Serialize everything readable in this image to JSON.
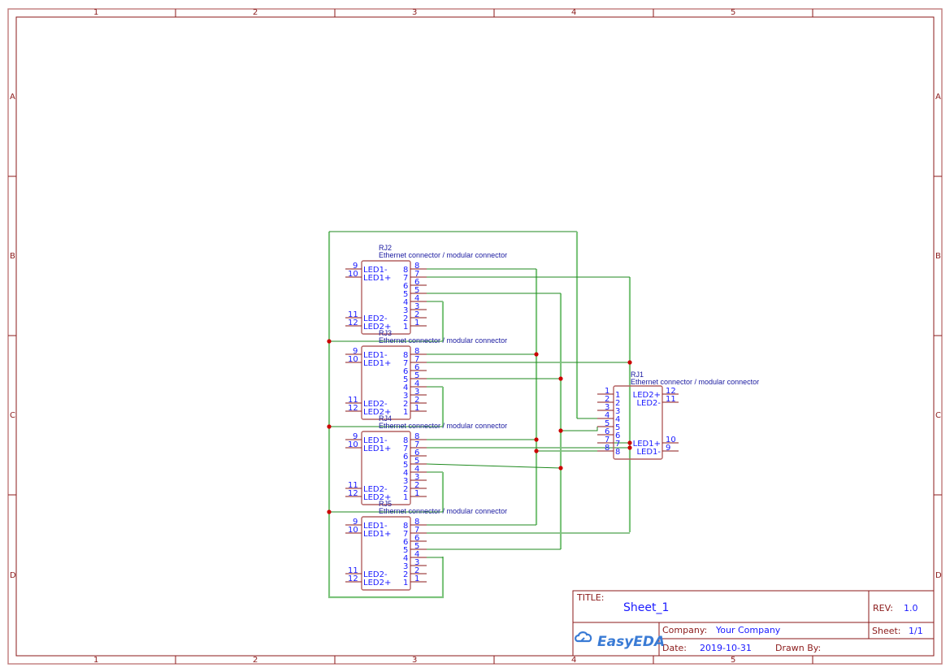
{
  "sheet": {
    "column_labels": [
      "1",
      "2",
      "3",
      "4",
      "5"
    ],
    "row_labels": [
      "A",
      "B",
      "C",
      "D"
    ]
  },
  "components": [
    {
      "ref": "RJ2",
      "description": "Ethernet connector / modular connector",
      "left_pins": [
        {
          "num": "9",
          "name": "LED1-"
        },
        {
          "num": "10",
          "name": "LED1+"
        },
        {
          "num": "11",
          "name": "LED2-"
        },
        {
          "num": "12",
          "name": "LED2+"
        }
      ],
      "right_pins": [
        "8",
        "7",
        "6",
        "5",
        "4",
        "3",
        "2",
        "1"
      ]
    },
    {
      "ref": "RJ3",
      "description": "Ethernet connector / modular connector",
      "left_pins": [
        {
          "num": "9",
          "name": "LED1-"
        },
        {
          "num": "10",
          "name": "LED1+"
        },
        {
          "num": "11",
          "name": "LED2-"
        },
        {
          "num": "12",
          "name": "LED2+"
        }
      ],
      "right_pins": [
        "8",
        "7",
        "6",
        "5",
        "4",
        "3",
        "2",
        "1"
      ]
    },
    {
      "ref": "RJ4",
      "description": "Ethernet connector / modular connector",
      "left_pins": [
        {
          "num": "9",
          "name": "LED1-"
        },
        {
          "num": "10",
          "name": "LED1+"
        },
        {
          "num": "11",
          "name": "LED2-"
        },
        {
          "num": "12",
          "name": "LED2+"
        }
      ],
      "right_pins": [
        "8",
        "7",
        "6",
        "5",
        "4",
        "3",
        "2",
        "1"
      ]
    },
    {
      "ref": "RJ5",
      "description": "Ethernet connector / modular connector",
      "left_pins": [
        {
          "num": "9",
          "name": "LED1-"
        },
        {
          "num": "10",
          "name": "LED1+"
        },
        {
          "num": "11",
          "name": "LED2-"
        },
        {
          "num": "12",
          "name": "LED2+"
        }
      ],
      "right_pins": [
        "8",
        "7",
        "6",
        "5",
        "4",
        "3",
        "2",
        "1"
      ]
    }
  ],
  "rj1": {
    "ref": "RJ1",
    "description": "Ethernet connector / modular connector",
    "left_pins": [
      "1",
      "2",
      "3",
      "4",
      "5",
      "6",
      "7",
      "8"
    ],
    "right_pins": [
      {
        "num": "12",
        "name": "LED2+"
      },
      {
        "num": "11",
        "name": "LED2-"
      },
      {
        "num": "10",
        "name": "LED1+"
      },
      {
        "num": "9",
        "name": "LED1-"
      }
    ]
  },
  "title_block": {
    "title_label": "TITLE:",
    "title_value": "Sheet_1",
    "rev_label": "REV:",
    "rev_value": "1.0",
    "company_label": "Company:",
    "company_value": "Your Company",
    "sheet_label": "Sheet:",
    "sheet_value": "1/1",
    "date_label": "Date:",
    "date_value": "2019-10-31",
    "drawn_by_label": "Drawn By:",
    "logo_text": "EasyEDA"
  }
}
